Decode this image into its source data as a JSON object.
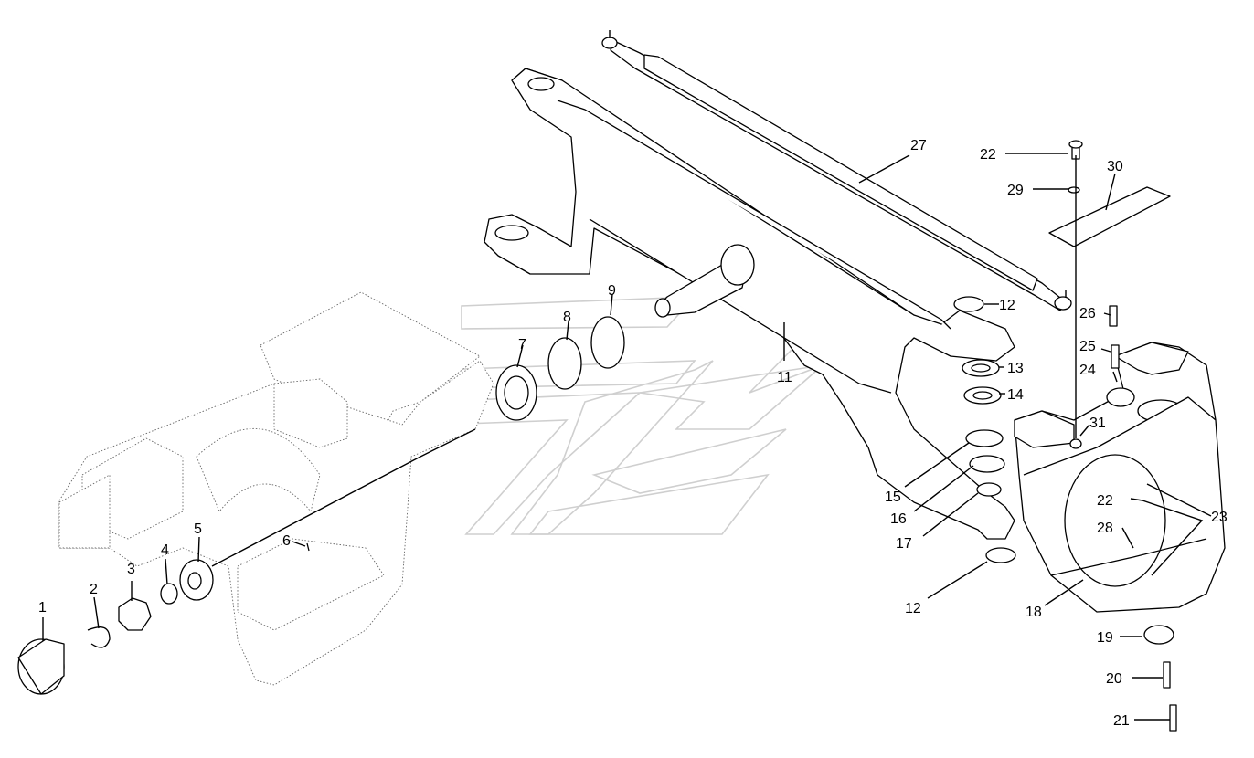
{
  "labels": {
    "p1": "1",
    "p2": "2",
    "p3": "3",
    "p4": "4",
    "p5": "5",
    "p6": "6",
    "p7": "7",
    "p8": "8",
    "p9": "9",
    "p11": "11",
    "p12a": "12",
    "p12b": "12",
    "p13": "13",
    "p14": "14",
    "p15": "15",
    "p16": "16",
    "p17": "17",
    "p18": "18",
    "p19": "19",
    "p20": "20",
    "p21": "21",
    "p22a": "22",
    "p22b": "22",
    "p23": "23",
    "p24": "24",
    "p25": "25",
    "p26": "26",
    "p27": "27",
    "p28": "28",
    "p29": "29",
    "p30": "30",
    "p31": "31"
  },
  "colors": {
    "line": "#000000",
    "dotted": "#666666",
    "watermark": "#cfcfcf"
  }
}
